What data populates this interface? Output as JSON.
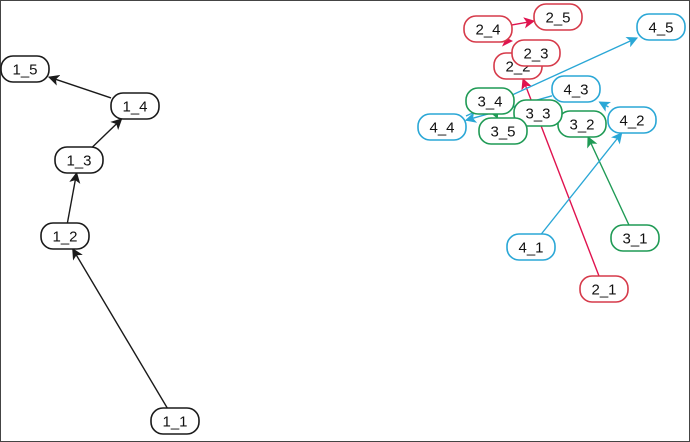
{
  "diagram": {
    "colors": {
      "1": "#1a1a1a",
      "2": "#d63a4a",
      "3": "#1f9a55",
      "4": "#2aa7d6",
      "edge_red": "#e0134f"
    },
    "nodes": [
      {
        "id": "1_1",
        "label": "1_1",
        "group": "1"
      },
      {
        "id": "1_2",
        "label": "1_2",
        "group": "1"
      },
      {
        "id": "1_3",
        "label": "1_3",
        "group": "1"
      },
      {
        "id": "1_4",
        "label": "1_4",
        "group": "1"
      },
      {
        "id": "1_5",
        "label": "1_5",
        "group": "1"
      },
      {
        "id": "2_1",
        "label": "2_1",
        "group": "2"
      },
      {
        "id": "2_2",
        "label": "2_2",
        "group": "2"
      },
      {
        "id": "2_3",
        "label": "2_3",
        "group": "2"
      },
      {
        "id": "2_4",
        "label": "2_4",
        "group": "2"
      },
      {
        "id": "2_5",
        "label": "2_5",
        "group": "2"
      },
      {
        "id": "3_1",
        "label": "3_1",
        "group": "3"
      },
      {
        "id": "3_2",
        "label": "3_2",
        "group": "3"
      },
      {
        "id": "3_3",
        "label": "3_3",
        "group": "3"
      },
      {
        "id": "3_4",
        "label": "3_4",
        "group": "3"
      },
      {
        "id": "3_5",
        "label": "3_5",
        "group": "3"
      },
      {
        "id": "4_1",
        "label": "4_1",
        "group": "4"
      },
      {
        "id": "4_2",
        "label": "4_2",
        "group": "4"
      },
      {
        "id": "4_3",
        "label": "4_3",
        "group": "4"
      },
      {
        "id": "4_4",
        "label": "4_4",
        "group": "4"
      },
      {
        "id": "4_5",
        "label": "4_5",
        "group": "4"
      }
    ],
    "edges": [
      {
        "from": "1_1",
        "to": "1_2",
        "group": "1"
      },
      {
        "from": "1_2",
        "to": "1_3",
        "group": "1"
      },
      {
        "from": "1_3",
        "to": "1_4",
        "group": "1"
      },
      {
        "from": "1_4",
        "to": "1_5",
        "group": "1"
      },
      {
        "from": "2_1",
        "to": "2_2",
        "group": "edge_red"
      },
      {
        "from": "2_2",
        "to": "2_3",
        "group": "edge_red"
      },
      {
        "from": "2_3",
        "to": "2_4",
        "group": "edge_red"
      },
      {
        "from": "2_4",
        "to": "2_5",
        "group": "edge_red"
      },
      {
        "from": "3_1",
        "to": "3_2",
        "group": "3"
      },
      {
        "from": "3_2",
        "to": "3_3",
        "group": "3"
      },
      {
        "from": "3_3",
        "to": "3_4",
        "group": "3"
      },
      {
        "from": "3_4",
        "to": "3_5",
        "group": "3"
      },
      {
        "from": "4_1",
        "to": "4_2",
        "group": "4"
      },
      {
        "from": "4_2",
        "to": "4_3",
        "group": "4"
      },
      {
        "from": "4_3",
        "to": "4_4",
        "group": "4"
      },
      {
        "from": "4_4",
        "to": "4_5",
        "group": "4"
      }
    ]
  }
}
